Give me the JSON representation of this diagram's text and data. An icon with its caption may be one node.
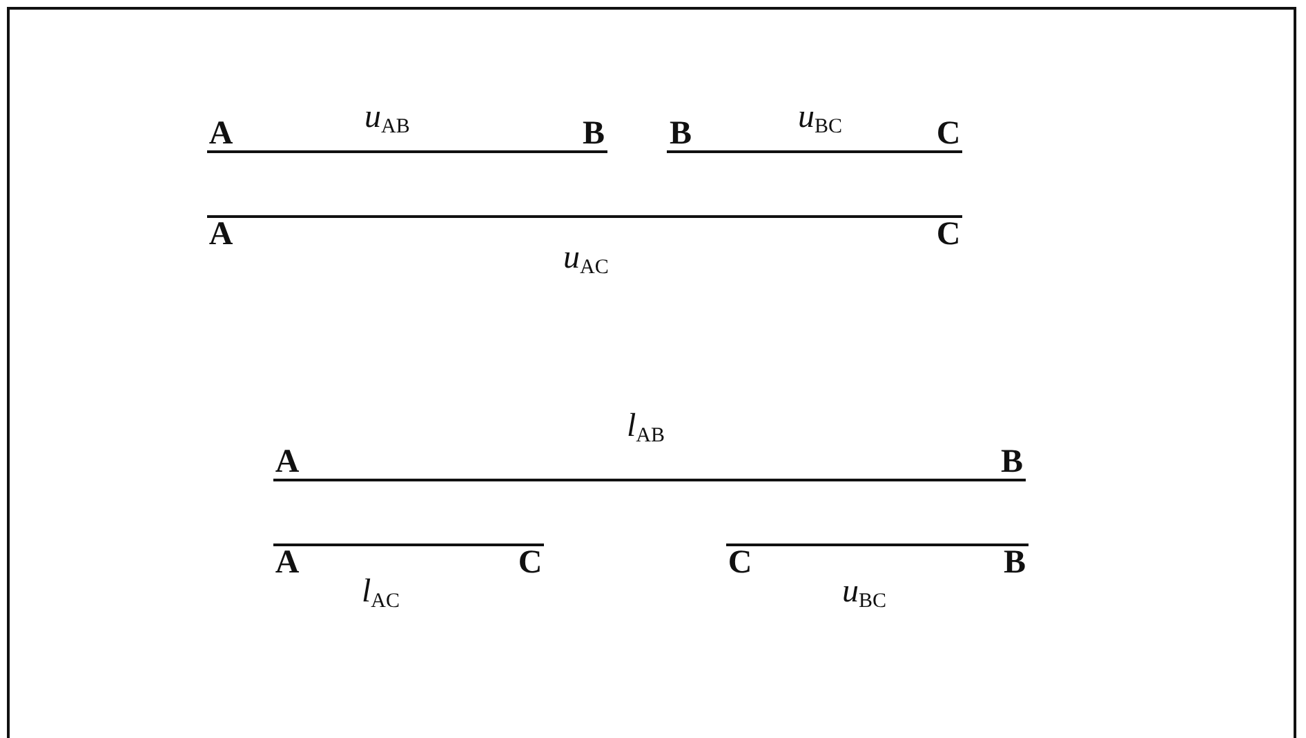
{
  "diagram": {
    "nodes": [
      {
        "text": [
          "A"
        ]
      },
      {
        "text": [
          "B"
        ]
      },
      {
        "text": [
          "B"
        ]
      },
      {
        "text": [
          "C"
        ]
      },
      {
        "text": [
          "A"
        ]
      },
      {
        "text": [
          "C"
        ]
      },
      {
        "text": [
          "A"
        ]
      },
      {
        "text": [
          "B"
        ]
      },
      {
        "text": [
          "A"
        ]
      },
      {
        "text": [
          "C"
        ]
      },
      {
        "text": [
          "C"
        ]
      },
      {
        "text": [
          "B"
        ]
      }
    ],
    "edges": [
      {
        "from": 0,
        "to": 1,
        "arrow": "none",
        "label": "*u*$_{AB}$"
      },
      {
        "from": 2,
        "to": 3,
        "arrow": "none",
        "label": "*u*$_{BC}$"
      },
      {
        "from": 4,
        "to": 5,
        "arrow": "none",
        "label": "*u*$_{AC}$"
      },
      {
        "from": 6,
        "to": 7,
        "arrow": "none",
        "label": "*l*$_{AB}$"
      },
      {
        "from": 8,
        "to": 9,
        "arrow": "none",
        "label": "*l*$_{AC}$"
      },
      {
        "from": 10,
        "to": 11,
        "arrow": "none",
        "label": "*u*$_{BC}$"
      }
    ]
  }
}
